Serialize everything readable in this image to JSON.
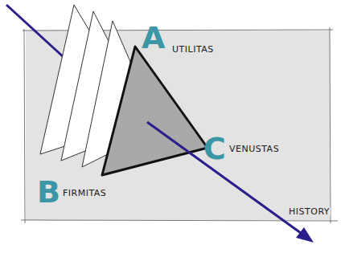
{
  "diagram": {
    "labels": [
      "A",
      "UTILITAS",
      "C",
      "VENUSTAS",
      "B",
      "FIRMITAS",
      "HISTORY"
    ]
  }
}
